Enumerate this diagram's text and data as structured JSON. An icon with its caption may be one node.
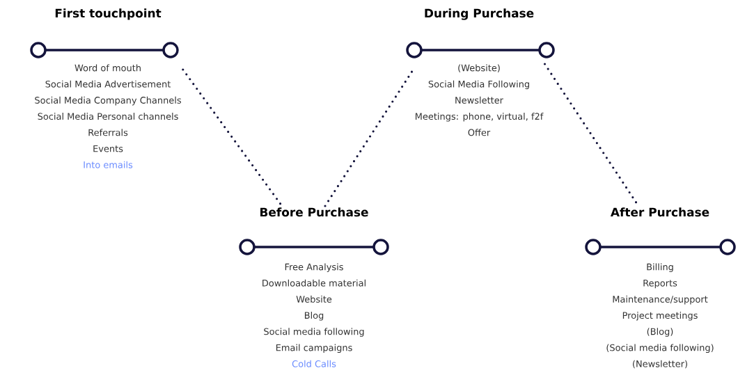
{
  "diagram": {
    "nodes": [
      {
        "text": [
          "First touchpoint",
          "Word of mouth",
          "Social Media Advertisement",
          "Social Media Company Channels",
          "Social Media Personal channels",
          "Referrals",
          "Events",
          "Into emails"
        ]
      },
      {
        "text": [
          "Before Purchase",
          "Free Analysis",
          "Downloadable material",
          "Website",
          "Blog",
          "Social media following",
          "Email campaigns",
          "Cold Calls"
        ]
      },
      {
        "text": [
          "During Purchase",
          "(Website)",
          "Social Media Following",
          "Newsletter",
          "Meetings: phone, virtual, f2f",
          "Offer"
        ]
      },
      {
        "text": [
          "After Purchase",
          "Billing",
          "Reports",
          "Maintenance/support",
          "Project meetings",
          "(Blog)",
          "(Social media following)",
          "(Newsletter)"
        ]
      }
    ],
    "edges": [
      {
        "from": 0,
        "to": 1,
        "arrow": "none",
        "style": "dashed"
      },
      {
        "from": 1,
        "to": 2,
        "arrow": "none",
        "style": "dashed"
      },
      {
        "from": 2,
        "to": 3,
        "arrow": "none",
        "style": "dashed"
      }
    ]
  }
}
